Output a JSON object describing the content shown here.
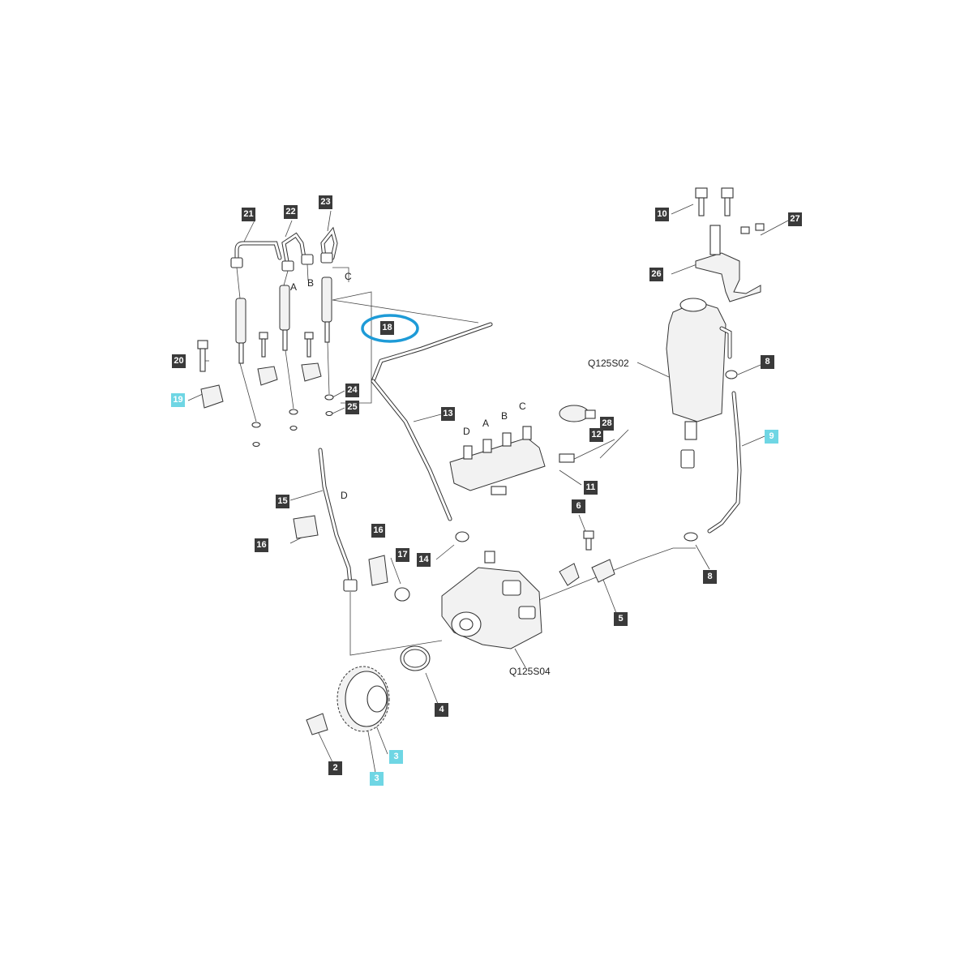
{
  "diagram": {
    "part_numbers": [
      {
        "id": "p21",
        "text": "21"
      },
      {
        "id": "p22",
        "text": "22"
      },
      {
        "id": "p23",
        "text": "23"
      },
      {
        "id": "p18",
        "text": "18"
      },
      {
        "id": "p20",
        "text": "20"
      },
      {
        "id": "p19",
        "text": "19",
        "highlight": true
      },
      {
        "id": "p24",
        "text": "24"
      },
      {
        "id": "p25",
        "text": "25"
      },
      {
        "id": "p13",
        "text": "13"
      },
      {
        "id": "p28",
        "text": "28"
      },
      {
        "id": "p12",
        "text": "12"
      },
      {
        "id": "p11",
        "text": "11"
      },
      {
        "id": "p15",
        "text": "15"
      },
      {
        "id": "p16a",
        "text": "16"
      },
      {
        "id": "p16b",
        "text": "16"
      },
      {
        "id": "p17",
        "text": "17"
      },
      {
        "id": "p14",
        "text": "14"
      },
      {
        "id": "p6",
        "text": "6"
      },
      {
        "id": "p5",
        "text": "5"
      },
      {
        "id": "p4",
        "text": "4"
      },
      {
        "id": "p2",
        "text": "2"
      },
      {
        "id": "p3a",
        "text": "3",
        "highlight": true
      },
      {
        "id": "p3b",
        "text": "3",
        "highlight": true
      },
      {
        "id": "p10",
        "text": "10"
      },
      {
        "id": "p27",
        "text": "27"
      },
      {
        "id": "p26",
        "text": "26"
      },
      {
        "id": "p8a",
        "text": "8"
      },
      {
        "id": "p9",
        "text": "9",
        "highlight": true
      },
      {
        "id": "p8b",
        "text": "8"
      }
    ],
    "letters": [
      {
        "id": "la1",
        "text": "A"
      },
      {
        "id": "lb1",
        "text": "B"
      },
      {
        "id": "lc1",
        "text": "C"
      },
      {
        "id": "ld1",
        "text": "D"
      },
      {
        "id": "la2",
        "text": "A"
      },
      {
        "id": "lb2",
        "text": "B"
      },
      {
        "id": "lc2",
        "text": "C"
      },
      {
        "id": "ld2",
        "text": "D"
      }
    ],
    "references": [
      {
        "id": "r1",
        "text": "Q125S02"
      },
      {
        "id": "r2",
        "text": "Q125S04"
      }
    ],
    "highlight_color": "#6fd6e4",
    "callout_ring_color": "#1e9bd7",
    "callout_target": "18"
  }
}
